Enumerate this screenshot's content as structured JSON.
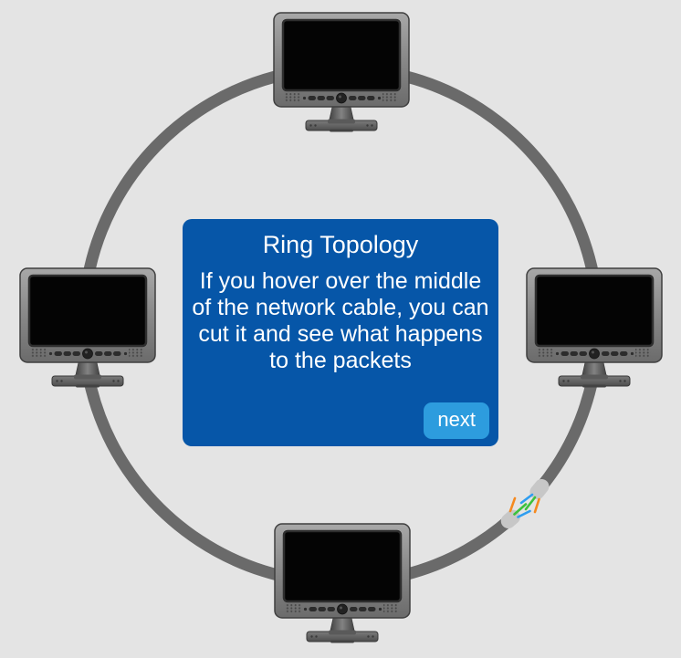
{
  "page": {
    "background_color": "#e4e4e4"
  },
  "info_card": {
    "title": "Ring Topology",
    "body_lines": [
      "If you hover over the middle",
      "of the network cable, you can",
      "cut it and see what happens",
      "to the packets"
    ],
    "next_button_label": "next",
    "background_color": "#0656a8",
    "button_color": "#2d9cde",
    "text_color": "#ffffff"
  },
  "diagram": {
    "topology": "ring",
    "computer_count": 4,
    "computer_positions": [
      "top",
      "right",
      "bottom",
      "left"
    ],
    "cable_color": "#6a6a6a",
    "cable_state": "cut",
    "cut_collar_color": "#c7c7c7",
    "cut_wire_colors": {
      "blue": "#2e9df0",
      "green": "#3cc13c",
      "orange": "#f5891f"
    }
  }
}
